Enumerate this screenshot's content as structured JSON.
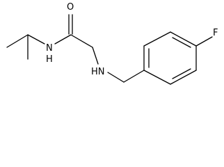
{
  "molecule": {
    "atoms": {
      "oxygen": "O",
      "amide_nitrogen": "N",
      "amide_hydrogen": "H",
      "amine_hydrogen": "HN",
      "fluorine": "F"
    }
  },
  "colors": {
    "bond": "#000000",
    "background": "#ffffff"
  }
}
